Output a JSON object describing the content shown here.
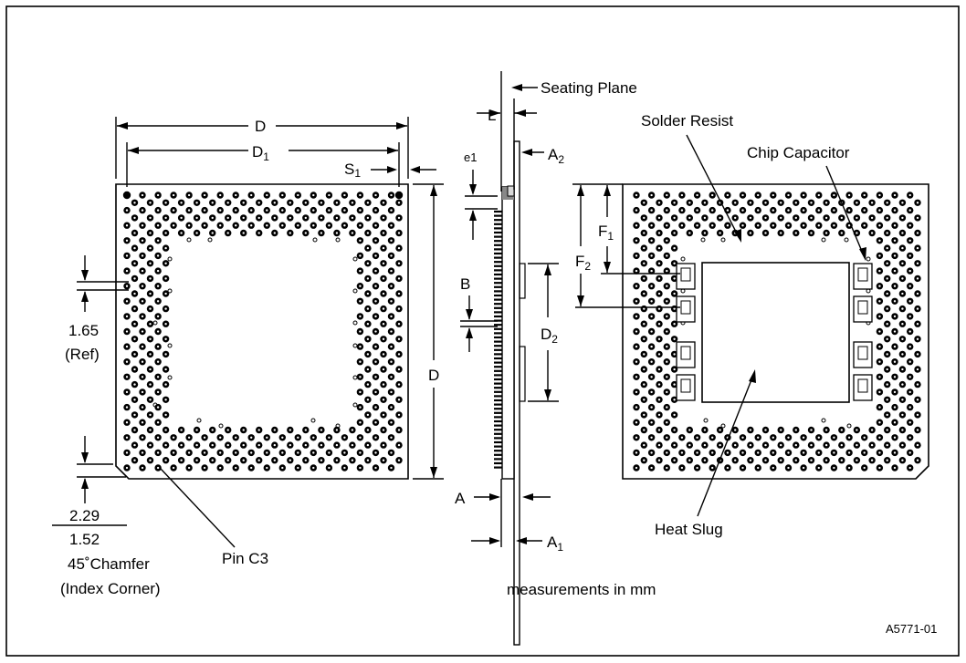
{
  "left_view": {
    "dim_d": "D",
    "dim_d1": "D",
    "dim_d1_sub": "1",
    "dim_s1": "S",
    "dim_s1_sub": "1",
    "ref_value": "1.65",
    "ref_note": "(Ref)",
    "chamfer_top": "2.29",
    "chamfer_bottom": "1.52",
    "chamfer_label": "45˚Chamfer",
    "chamfer_note": "(Index Corner)",
    "pin_label": "Pin C3"
  },
  "side_view": {
    "seating_plane": "Seating Plane",
    "dim_l": "L",
    "dim_e1": "e1",
    "dim_a2": "A",
    "dim_a2_sub": "2",
    "dim_b": "B",
    "dim_d": "D",
    "dim_d2": "D",
    "dim_d2_sub": "2",
    "dim_a": "A",
    "dim_a1": "A",
    "dim_a1_sub": "1"
  },
  "right_view": {
    "solder_resist": "Solder Resist",
    "chip_capacitor": "Chip Capacitor",
    "dim_f1": "F",
    "dim_f1_sub": "1",
    "dim_f2": "F",
    "dim_f2_sub": "2",
    "heat_slug": "Heat Slug"
  },
  "footer": {
    "measurements_note": "measurements in mm",
    "figure_id": "A5771-01"
  }
}
